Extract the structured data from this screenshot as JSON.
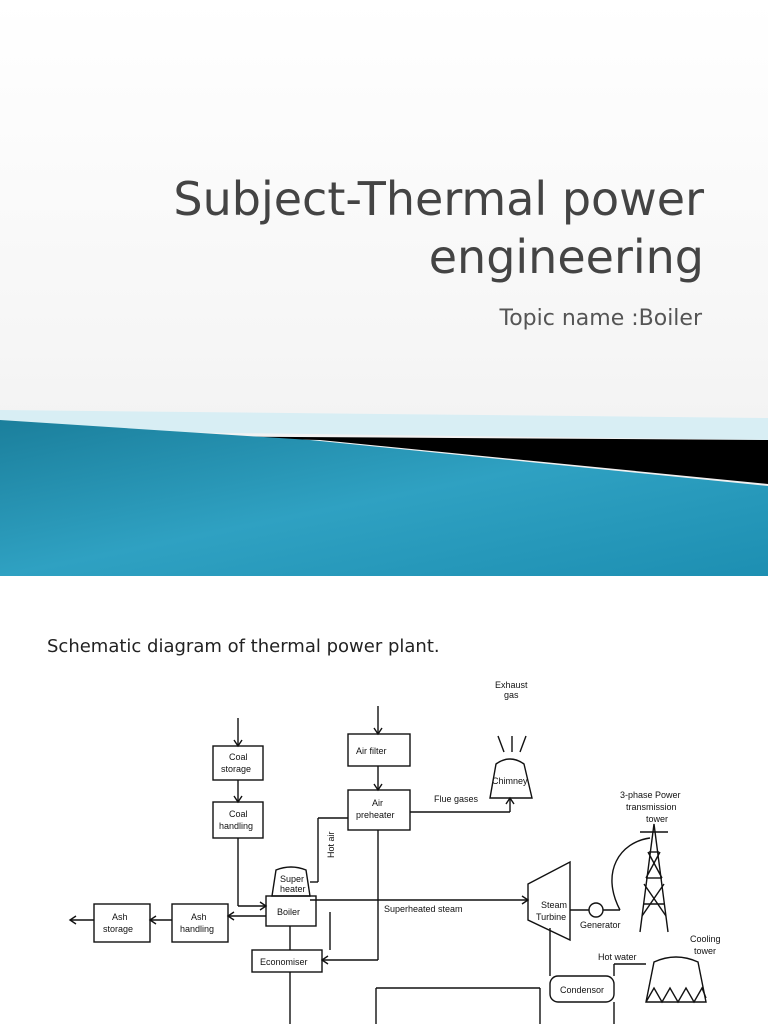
{
  "slide1": {
    "title_line1": "Subject-Thermal power",
    "title_line2": "engineering",
    "subtitle": "Topic name :Boiler"
  },
  "slide2": {
    "caption": "Schematic diagram of  thermal power plant.",
    "labels": {
      "exhaust_gas_1": "Exhaust",
      "exhaust_gas_2": "gas",
      "chimney": "Chimney",
      "air_filter": "Air filter",
      "coal_storage_1": "Coal",
      "coal_storage_2": "storage",
      "coal_handling_1": "Coal",
      "coal_handling_2": "handling",
      "air_preheater_1": "Air",
      "air_preheater_2": "preheater",
      "flue_gases": "Flue gases",
      "hot_air": "Hot air",
      "super_heater_1": "Super",
      "super_heater_2": "heater",
      "boiler": "Boiler",
      "ash_storage_1": "Ash",
      "ash_storage_2": "storage",
      "ash_handling_1": "Ash",
      "ash_handling_2": "handling",
      "superheated_steam": "Superheated steam",
      "steam_turbine_1": "Steam",
      "steam_turbine_2": "Turbine",
      "generator": "Generator",
      "tower_1": "3-phase Power",
      "tower_2": "transmission",
      "tower_3": "tower",
      "hot_water": "Hot water",
      "cooling_tower_1": "Cooling",
      "cooling_tower_2": "tower",
      "economiser": "Economiser",
      "condensor": "Condensor"
    }
  }
}
